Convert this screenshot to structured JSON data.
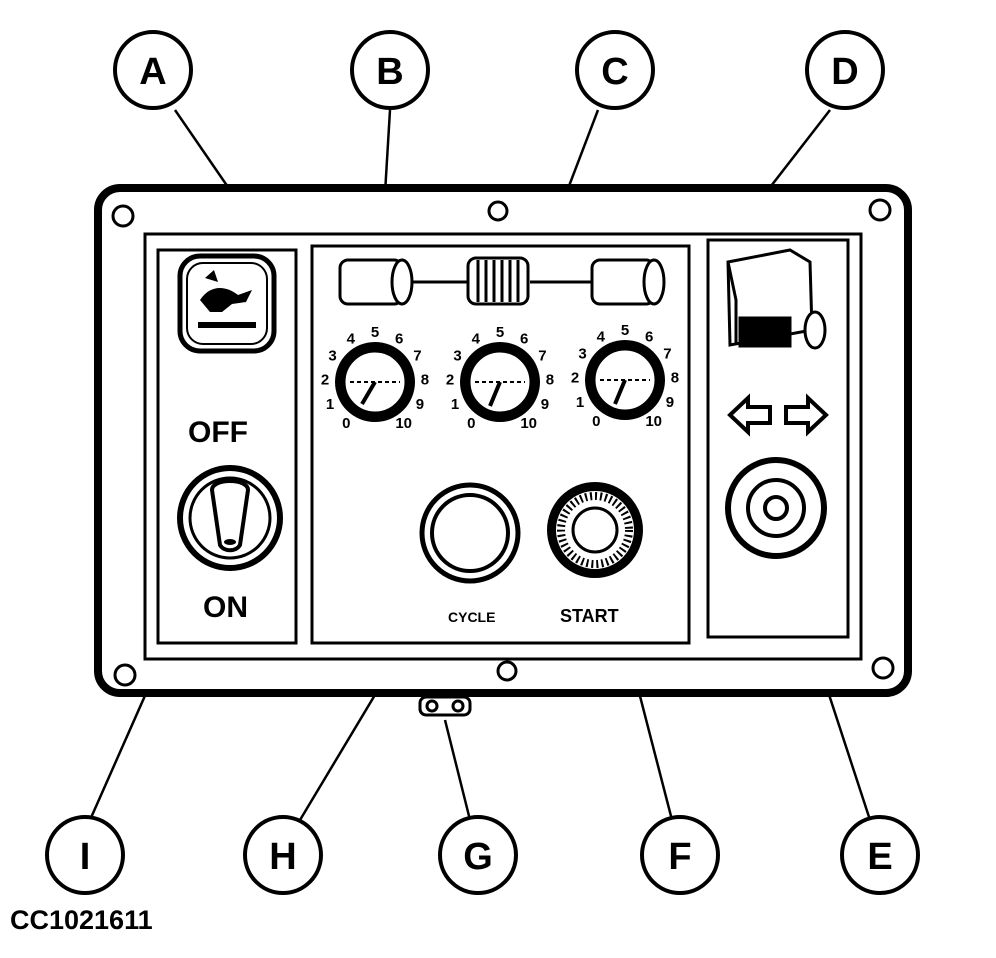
{
  "callouts": {
    "a": "A",
    "b": "B",
    "c": "C",
    "d": "D",
    "e": "E",
    "f": "F",
    "g": "G",
    "h": "H",
    "i": "I"
  },
  "switch": {
    "off_label": "OFF",
    "on_label": "ON"
  },
  "buttons": {
    "cycle_label": "CYCLE",
    "start_label": "START"
  },
  "dial_scale": [
    "0",
    "1",
    "2",
    "3",
    "4",
    "5",
    "6",
    "7",
    "8",
    "9",
    "10"
  ],
  "figure_code": "CC1021611"
}
